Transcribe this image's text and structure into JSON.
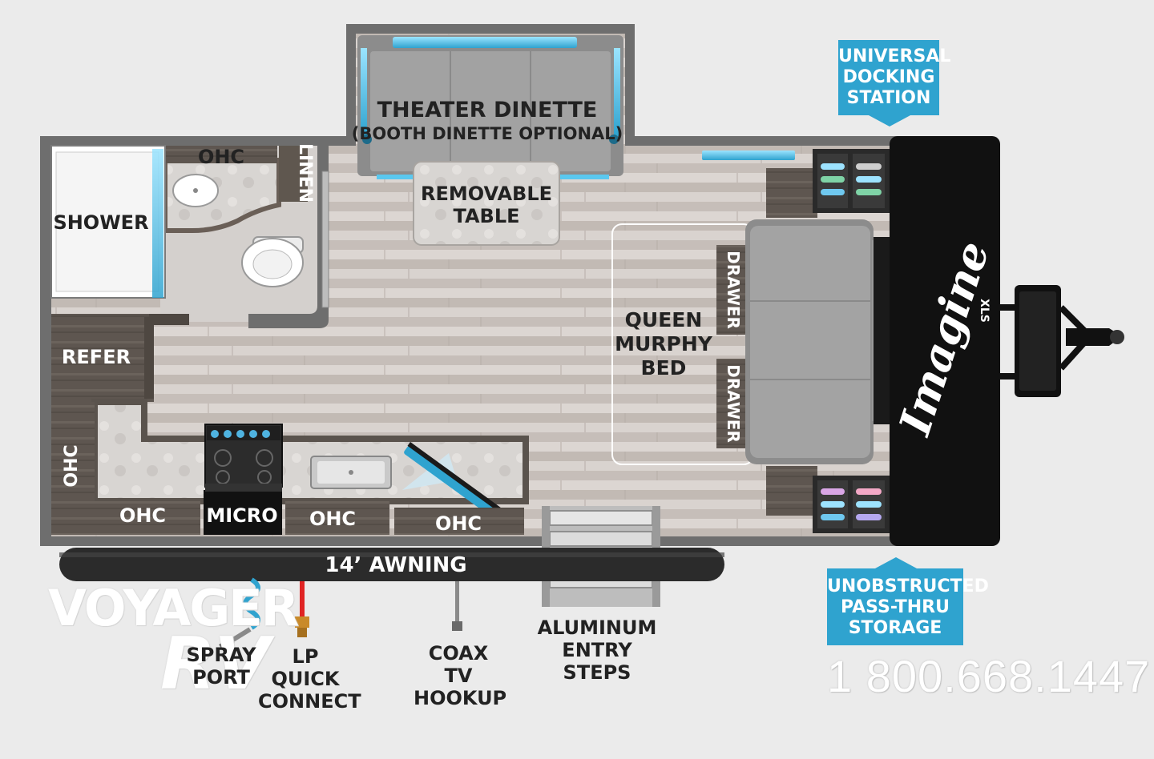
{
  "rooms": {
    "theater_dinette": "THEATER DINETTE",
    "booth_dinette": "(BOOTH DINETTE OPTIONAL)",
    "ohc_bath": "OHC",
    "linen": "LINEN",
    "shower": "SHOWER",
    "removable_table_1": "REMOVABLE",
    "removable_table_2": "TABLE",
    "refer": "REFER",
    "queen_1": "QUEEN",
    "queen_2": "MURPHY",
    "queen_3": "BED",
    "drawer_top": "DRAWER",
    "drawer_bottom": "DRAWER",
    "ohc_side": "OHC",
    "ohc_1": "OHC",
    "micro": "MICRO",
    "ohc_2": "OHC",
    "ohc_3": "OHC",
    "awning": "14’ AWNING"
  },
  "brand": {
    "model": "Imagine",
    "trim": "XLS"
  },
  "callouts": {
    "docking": [
      "UNIVERSAL",
      "DOCKING",
      "STATION"
    ],
    "storage": [
      "UNOBSTRUCTED",
      "PASS-THRU",
      "STORAGE"
    ]
  },
  "exterior": {
    "spray": [
      "SPRAY",
      "PORT"
    ],
    "lp": [
      "LP QUICK",
      "CONNECT"
    ],
    "coax": [
      "COAX TV",
      "HOOKUP"
    ],
    "steps": [
      "ALUMINUM",
      "ENTRY STEPS"
    ]
  },
  "watermark": {
    "line1": "VOYAGER",
    "line2": "RV",
    "phone": "1 800.668.1447"
  },
  "colors": {
    "accent": "#2fa3cf",
    "wall": "#6e6e6e",
    "cap": "#111111"
  }
}
